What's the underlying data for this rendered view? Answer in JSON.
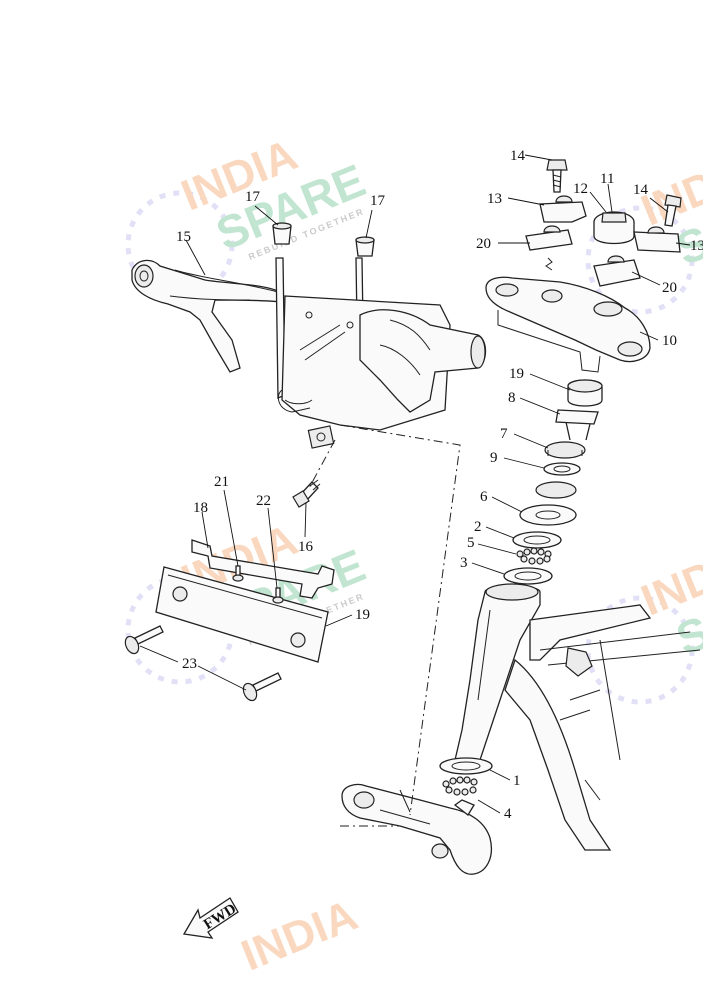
{
  "diagram": {
    "callouts": [
      {
        "id": "c1",
        "text": "1"
      },
      {
        "id": "c2",
        "text": "2"
      },
      {
        "id": "c3",
        "text": "3"
      },
      {
        "id": "c4",
        "text": "4"
      },
      {
        "id": "c5",
        "text": "5"
      },
      {
        "id": "c6",
        "text": "6"
      },
      {
        "id": "c7",
        "text": "7"
      },
      {
        "id": "c8",
        "text": "8"
      },
      {
        "id": "c9",
        "text": "9"
      },
      {
        "id": "c10",
        "text": "10"
      },
      {
        "id": "c11",
        "text": "11"
      },
      {
        "id": "c12",
        "text": "12"
      },
      {
        "id": "c13a",
        "text": "13"
      },
      {
        "id": "c13b",
        "text": "13"
      },
      {
        "id": "c14a",
        "text": "14"
      },
      {
        "id": "c14b",
        "text": "14"
      },
      {
        "id": "c15",
        "text": "15"
      },
      {
        "id": "c16",
        "text": "16"
      },
      {
        "id": "c17a",
        "text": "17"
      },
      {
        "id": "c17b",
        "text": "17"
      },
      {
        "id": "c18",
        "text": "18"
      },
      {
        "id": "c19a",
        "text": "19"
      },
      {
        "id": "c19b",
        "text": "19"
      },
      {
        "id": "c20a",
        "text": "20"
      },
      {
        "id": "c20b",
        "text": "20"
      },
      {
        "id": "c21",
        "text": "21"
      },
      {
        "id": "c22",
        "text": "22"
      },
      {
        "id": "c23",
        "text": "23"
      }
    ],
    "fwd_label": "FWD"
  },
  "watermark": {
    "line1": "INDIA",
    "line2": "SPARE",
    "tagline": "REBUILD TOGETHER",
    "colors": {
      "india": "#f6b98a",
      "spare": "#8fd0a9",
      "logo": "#b9b8e6"
    }
  }
}
